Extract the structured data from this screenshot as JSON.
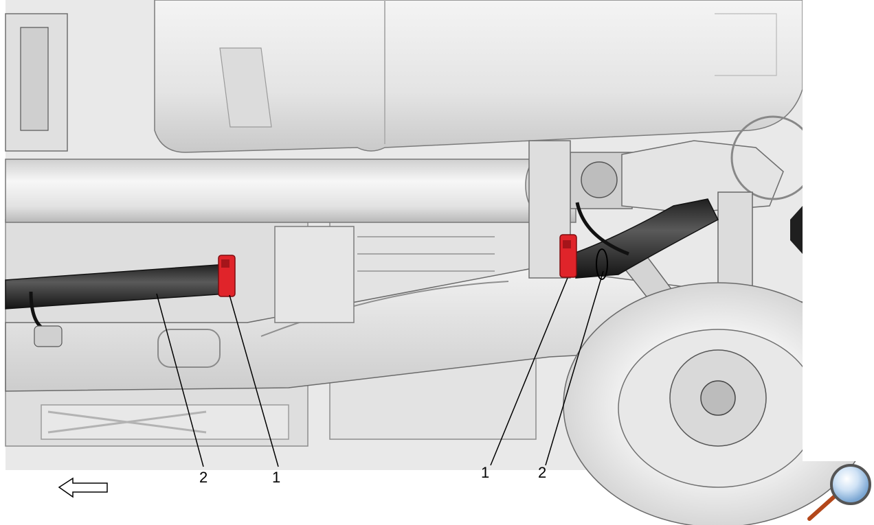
{
  "diagram": {
    "callouts": [
      {
        "id": "left-1",
        "label": "1"
      },
      {
        "id": "left-2",
        "label": "2"
      },
      {
        "id": "right-1",
        "label": "1"
      },
      {
        "id": "right-2",
        "label": "2"
      }
    ],
    "direction_arrow": {
      "icon": "arrow-left-outline-icon"
    },
    "colors": {
      "clamp": "#e0242a",
      "hose": "#2b2b2b",
      "metal_light": "#efefef",
      "metal_mid": "#d6d6d6",
      "metal_dark": "#9a9a9a",
      "outline": "#5a5a5a"
    }
  },
  "controls": {
    "zoom_icon": "magnifier-icon"
  }
}
